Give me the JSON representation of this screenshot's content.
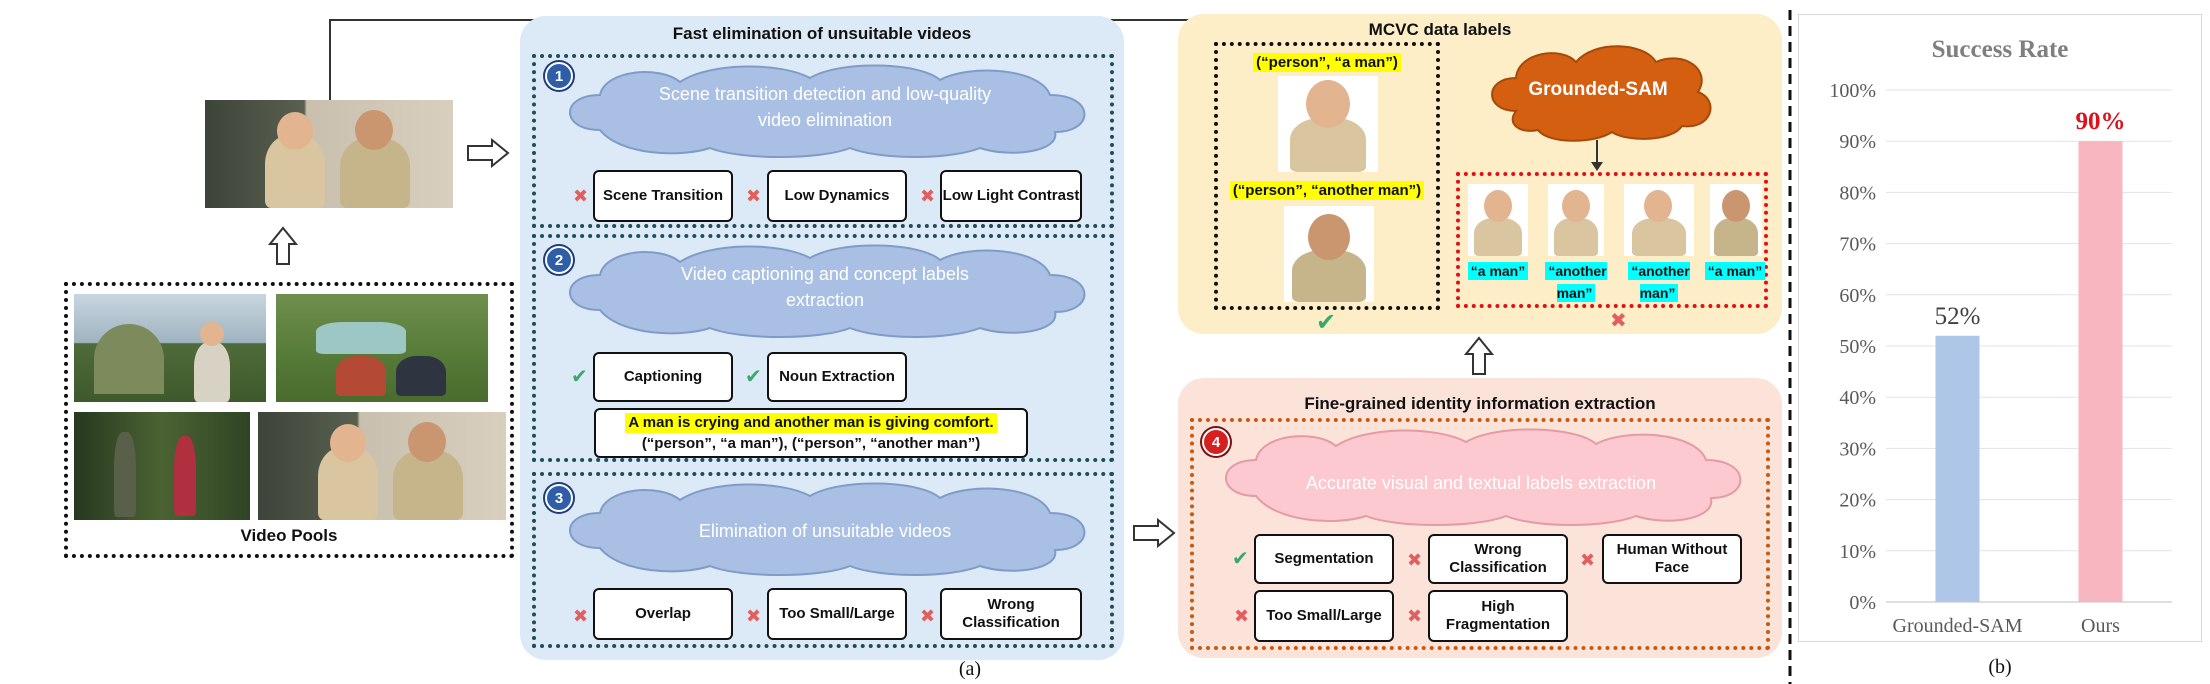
{
  "left": {
    "video_pools_label": "Video Pools"
  },
  "panel1": {
    "title": "Fast elimination of unsuitable videos",
    "step1": {
      "number": "1",
      "cloud_text": "Scene transition detection and low-quality video elimination",
      "tags": [
        "Scene Transition",
        "Low Dynamics",
        "Low Light Contrast"
      ]
    },
    "step2": {
      "number": "2",
      "cloud_text": "Video captioning and concept labels extraction",
      "tags": [
        "Captioning",
        "Noun Extraction"
      ],
      "caption_line1": "A man is crying and another man is giving comfort.",
      "caption_line2": "(“person”, “a man”), (“person”, “another man”)"
    },
    "step3": {
      "number": "3",
      "cloud_text": "Elimination of unsuitable videos",
      "tags": [
        "Overlap",
        "Too Small/Large",
        "Wrong Classification"
      ]
    },
    "label": "(a)"
  },
  "panel_mcvc": {
    "title": "MCVC data labels",
    "label1": "(“person”, “a man”)",
    "label2": "(“person”, “another man”)",
    "grounded_sam": "Grounded-SAM",
    "crop_labels": [
      "“a man”",
      "“another man”",
      "“another man”",
      "“a man”"
    ]
  },
  "panel4": {
    "title": "Fine-grained identity information extraction",
    "number": "4",
    "cloud_text": "Accurate visual and textual labels extraction",
    "tags": [
      "Segmentation",
      "Wrong Classification",
      "Human Without Face",
      "Too Small/Large",
      "High Fragmentation"
    ]
  },
  "chart_data": {
    "type": "bar",
    "title": "Success Rate",
    "categories": [
      "Grounded-SAM",
      "Ours"
    ],
    "values": [
      52,
      90
    ],
    "data_labels": [
      "52%",
      "90%"
    ],
    "ylim": [
      0,
      100
    ],
    "yticks": [
      "0%",
      "10%",
      "20%",
      "30%",
      "40%",
      "50%",
      "60%",
      "70%",
      "80%",
      "90%",
      "100%"
    ],
    "colors": [
      "#aec6e8",
      "#f7b6c0"
    ],
    "highlight_label_color": "#e0101a",
    "grid": true,
    "xlabel": "",
    "ylabel": "",
    "label": "(b)"
  }
}
